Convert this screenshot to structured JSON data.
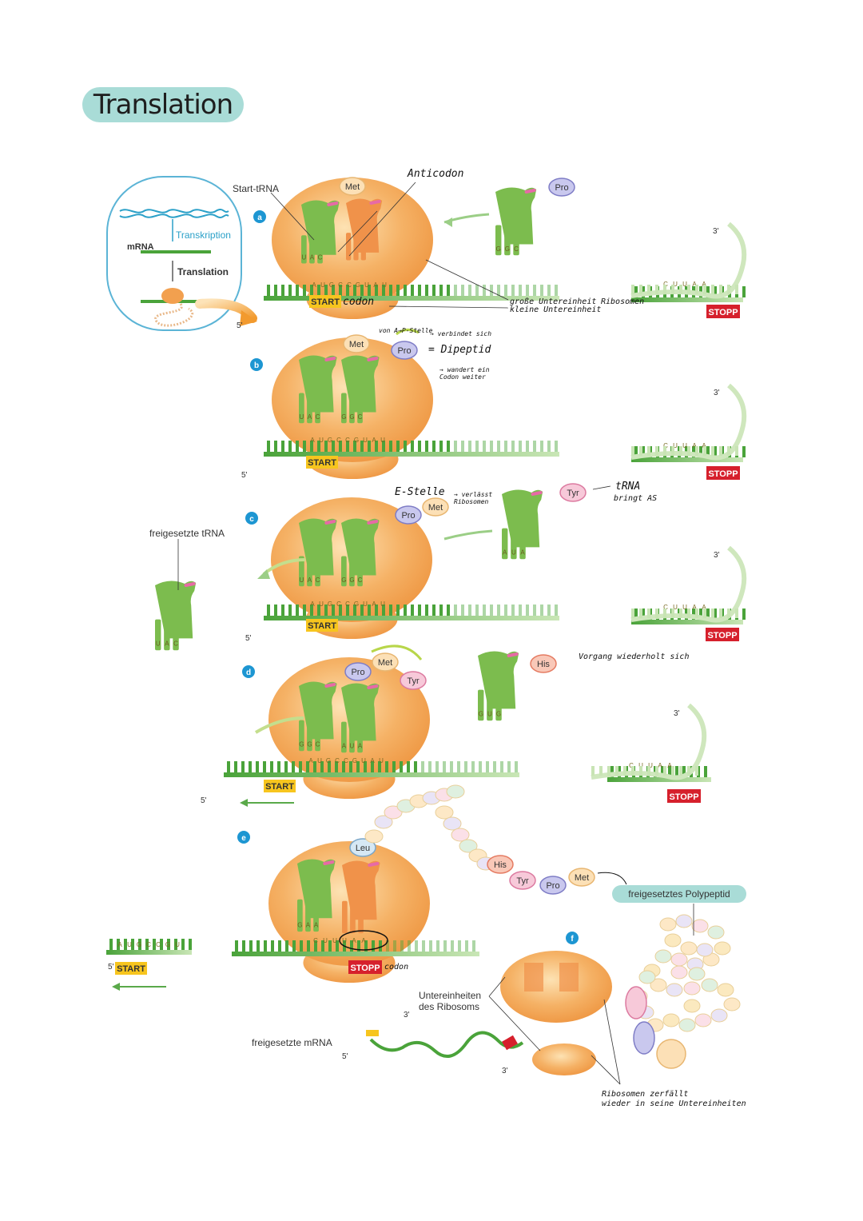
{
  "title": "Translation",
  "inset": {
    "transcription": "Transkription",
    "mrna": "mRNA",
    "translation": "Translation"
  },
  "steps": [
    "a",
    "b",
    "c",
    "d",
    "e",
    "f"
  ],
  "labels": {
    "start_trna": "Start-tRNA",
    "freigesetzte_trna": "freigesetzte tRNA",
    "freigesetzte_mrna": "freigesetzte mRNA",
    "untereinheiten": "Untereinheiten",
    "des_ribosoms": "des Ribosoms",
    "freigesetztes_polypeptid": "freigesetztes Polypeptid",
    "start": "START",
    "stopp": "STOPP",
    "five_prime": "5'",
    "three_prime": "3'"
  },
  "amino_acids": {
    "met": "Met",
    "pro": "Pro",
    "tyr": "Tyr",
    "his": "His",
    "leu": "Leu"
  },
  "codons": {
    "a_anticodon": [
      "U",
      "A",
      "C"
    ],
    "a_mrna": [
      "A",
      "U",
      "G",
      "C",
      "C",
      "G",
      "U",
      "A",
      "U"
    ],
    "b_anticodon1": [
      "U",
      "A",
      "C"
    ],
    "b_anticodon2": [
      "G",
      "G",
      "C"
    ],
    "b_mrna": [
      "A",
      "U",
      "G",
      "C",
      "C",
      "G",
      "U",
      "A",
      "U"
    ],
    "c_anticodon1": [
      "U",
      "A",
      "C"
    ],
    "c_anticodon2": [
      "G",
      "G",
      "C"
    ],
    "c_mrna": [
      "A",
      "U",
      "G",
      "C",
      "C",
      "G",
      "U",
      "A",
      "U"
    ],
    "incoming_pro": [
      "G",
      "G",
      "C"
    ],
    "incoming_tyr": [
      "A",
      "U",
      "A"
    ],
    "incoming_his": [
      "G",
      "U",
      "G"
    ],
    "released_trna": [
      "U",
      "A",
      "C"
    ],
    "d_anticodon1": [
      "G",
      "G",
      "C"
    ],
    "d_anticodon2": [
      "A",
      "U",
      "A"
    ],
    "d_mrna": [
      "A",
      "U",
      "G",
      "C",
      "C",
      "G",
      "U",
      "A",
      "U"
    ],
    "e_anticodon": [
      "G",
      "A",
      "A"
    ],
    "e_mrna": [
      "C",
      "U",
      "U",
      "U",
      "A",
      "A"
    ],
    "e_released_mrna": [
      "A",
      "U",
      "G",
      "C",
      "C",
      "G",
      "U"
    ],
    "stopp_region": [
      "C",
      "U",
      "U",
      "A",
      "A"
    ]
  },
  "notes": {
    "anticodon": "Anticodon",
    "start_codon": "codon",
    "stopp_codon": "codon",
    "grosse_ue": "große Untereinheit",
    "kleine_ue": "kleine Untereinheit",
    "ribosomen": "Ribosomen",
    "von_a_p": "von A→P-Stelle",
    "verbindet": "→ verbindet sich",
    "dipeptid": "= Dipeptid",
    "wandert": "→ wandert ein Codon weiter",
    "e_stelle": "E-Stelle",
    "verlaesst": "→ verlässt Ribosomen",
    "trna": "tRNA",
    "bringt_as": "bringt AS",
    "vorgang": "Vorgang wiederholt sich",
    "zerfaellt1": "Ribosomen zerfällt",
    "zerfaellt2": "wieder in seine Untereinheiten"
  },
  "colors": {
    "ribosome": "#f2a04f",
    "ribosome_light": "#fbd7a3",
    "trna": "#7dbe4f",
    "mrna": "#4aa33a",
    "start_bg": "#f7c51e",
    "stopp_bg": "#d6202c",
    "teal": "#a9dcd7",
    "step_circle": "#1d96d2"
  }
}
